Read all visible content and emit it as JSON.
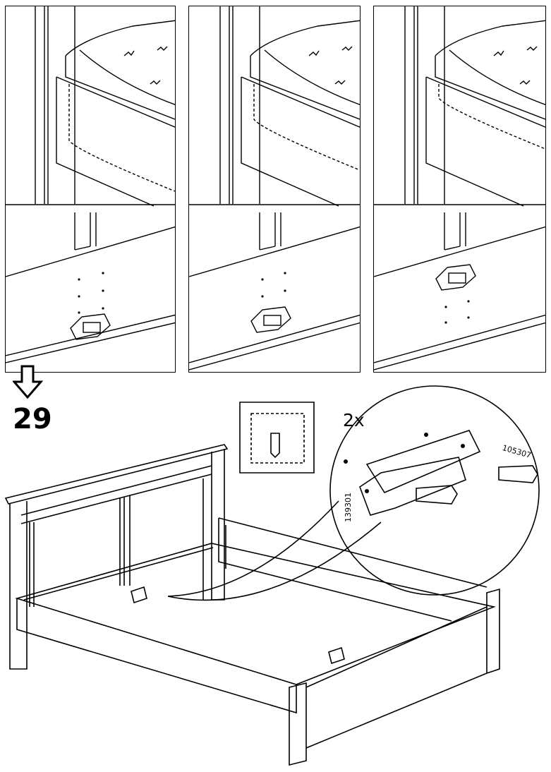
{
  "step": {
    "number": "29",
    "quantity": "2x"
  },
  "parts": {
    "screw_id": "105307",
    "bracket_id": "139301"
  },
  "icons": {
    "next_arrow": "down-arrow-icon",
    "panels": [
      "bracket-position-low",
      "bracket-position-middle",
      "bracket-position-high"
    ],
    "detail": "screw-detail-icon"
  }
}
